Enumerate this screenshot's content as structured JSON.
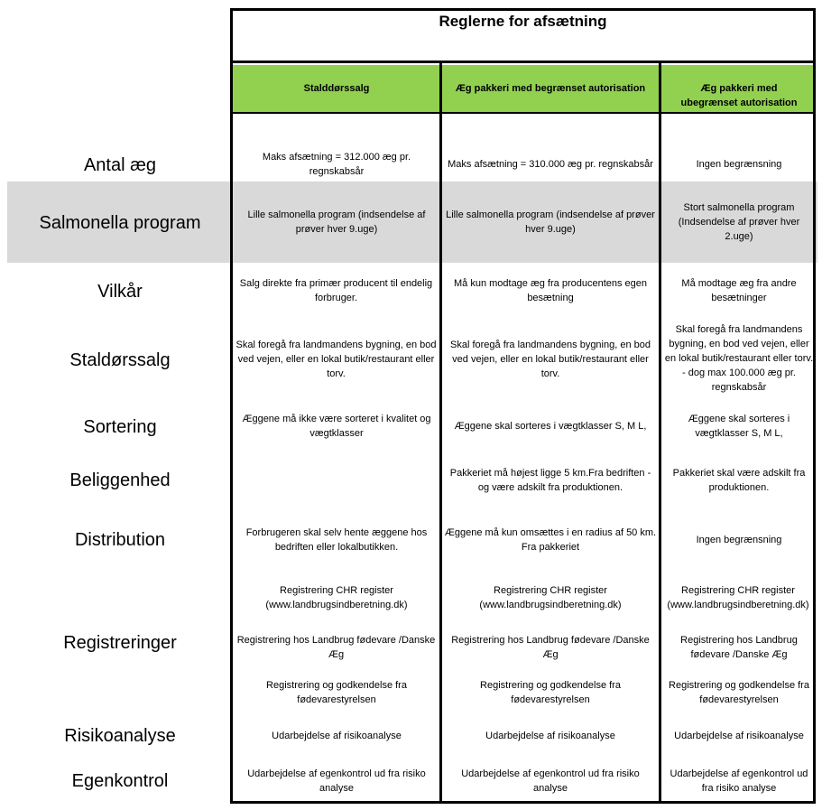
{
  "title": "Reglerne for afsætning",
  "columns": [
    "Stalddørssalg",
    "Æg pakkeri med  begrænset autorisation",
    "Æg pakkeri med       ubegrænset autorisation"
  ],
  "rows": [
    {
      "label": "Antal æg",
      "cells": [
        "Maks afsætning = 312.000 æg pr. regnskabsår",
        "Maks afsætning = 310.000 æg pr. regnskabsår",
        "Ingen begrænsning"
      ]
    },
    {
      "label": "Salmonella program",
      "cells": [
        "Lille salmonella program (indsendelse af prøver hver 9.uge)",
        "Lille salmonella program (indsendelse af prøver hver 9.uge)",
        "Stort salmonella program (Indsendelse af prøver hver 2.uge)"
      ]
    },
    {
      "label": "Vilkår",
      "cells": [
        "Salg direkte fra primær producent til endelig forbruger.",
        "Må kun modtage æg fra producentens egen besætning",
        "Må modtage æg fra andre besætninger"
      ]
    },
    {
      "label": "Staldørssalg",
      "cells": [
        "Skal foregå fra landmandens bygning, en bod ved vejen, eller en lokal butik/restaurant eller torv.",
        "Skal foregå fra landmandens bygning, en bod ved vejen, eller en lokal butik/restaurant eller torv.",
        "Skal foregå fra landmandens bygning, en bod ved vejen, eller en lokal butik/restaurant eller torv. - dog max 100.000 æg pr. regnskabsår"
      ]
    },
    {
      "label": "Sortering",
      "cells": [
        "Æggene må ikke være sorteret i kvalitet og vægtklasser",
        "Æggene skal sorteres i vægtklasser S, M L,",
        "Æggene skal sorteres i vægtklasser S, M L,"
      ]
    },
    {
      "label": "Beliggenhed",
      "cells": [
        "",
        "Pakkeriet må højest ligge 5 km.Fra bedriften - og være adskilt fra produktionen.",
        "Pakkeriet skal være adskilt fra produktionen."
      ]
    },
    {
      "label": "Distribution",
      "cells": [
        "Forbrugeren skal selv hente æggene hos bedriften eller lokalbutikken.",
        "Æggene må kun omsættes i en radius af 50 km. Fra pakkeriet",
        "Ingen begrænsning"
      ]
    },
    {
      "label": "Registreringer",
      "cells": [
        [
          "Registrering CHR register (www.landbrugsindberetning.dk)",
          "Registrering hos Landbrug fødevare /Danske Æg",
          "Registrering og godkendelse fra fødevarestyrelsen"
        ],
        [
          "Registrering CHR register (www.landbrugsindberetning.dk)",
          "Registrering hos Landbrug fødevare /Danske Æg",
          "Registrering og godkendelse fra fødevarestyrelsen"
        ],
        [
          "Registrering CHR register (www.landbrugsindberetning.dk)",
          "Registrering hos Landbrug fødevare /Danske Æg",
          "Registrering og godkendelse fra fødevarestyrelsen"
        ]
      ]
    },
    {
      "label": "Risikoanalyse",
      "cells": [
        "Udarbejdelse af risikoanalyse",
        "Udarbejdelse af risikoanalyse",
        "Udarbejdelse af risikoanalyse"
      ]
    },
    {
      "label": "Egenkontrol",
      "cells": [
        "Udarbejdelse af egenkontrol ud fra risiko analyse",
        "Udarbejdelse af egenkontrol ud fra risiko analyse",
        "Udarbejdelse af egenkontrol ud fra risiko analyse"
      ]
    }
  ]
}
